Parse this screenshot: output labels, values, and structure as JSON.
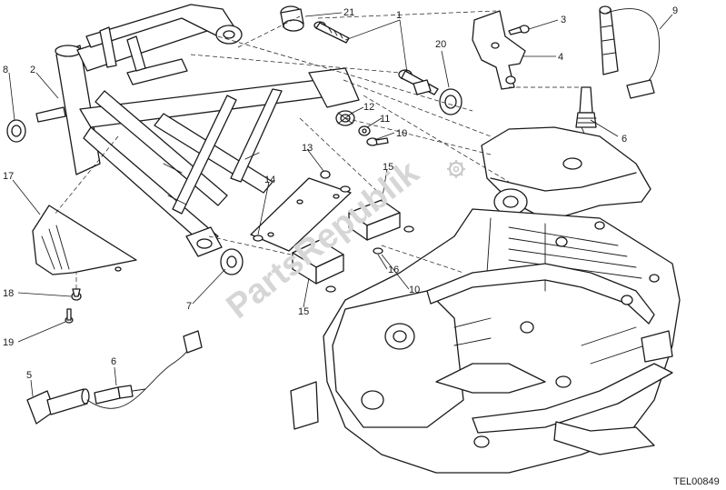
{
  "watermark": {
    "text": "PartsRepublik",
    "color": "#d6d6d6"
  },
  "reference_code": "TEL00849",
  "callouts": [
    {
      "id": "c1",
      "label": "1"
    },
    {
      "id": "c2",
      "label": "2"
    },
    {
      "id": "c3",
      "label": "3"
    },
    {
      "id": "c4",
      "label": "4"
    },
    {
      "id": "c5",
      "label": "5"
    },
    {
      "id": "c6a",
      "label": "6"
    },
    {
      "id": "c6b",
      "label": "6"
    },
    {
      "id": "c7",
      "label": "7"
    },
    {
      "id": "c8",
      "label": "8"
    },
    {
      "id": "c9",
      "label": "9"
    },
    {
      "id": "c10a",
      "label": "10"
    },
    {
      "id": "c10b",
      "label": "10"
    },
    {
      "id": "c11",
      "label": "11"
    },
    {
      "id": "c12",
      "label": "12"
    },
    {
      "id": "c13",
      "label": "13"
    },
    {
      "id": "c14",
      "label": "14"
    },
    {
      "id": "c15a",
      "label": "15"
    },
    {
      "id": "c15b",
      "label": "15"
    },
    {
      "id": "c16",
      "label": "16"
    },
    {
      "id": "c17",
      "label": "17"
    },
    {
      "id": "c18",
      "label": "18"
    },
    {
      "id": "c19",
      "label": "19"
    },
    {
      "id": "c20",
      "label": "20"
    },
    {
      "id": "c21",
      "label": "21"
    }
  ]
}
